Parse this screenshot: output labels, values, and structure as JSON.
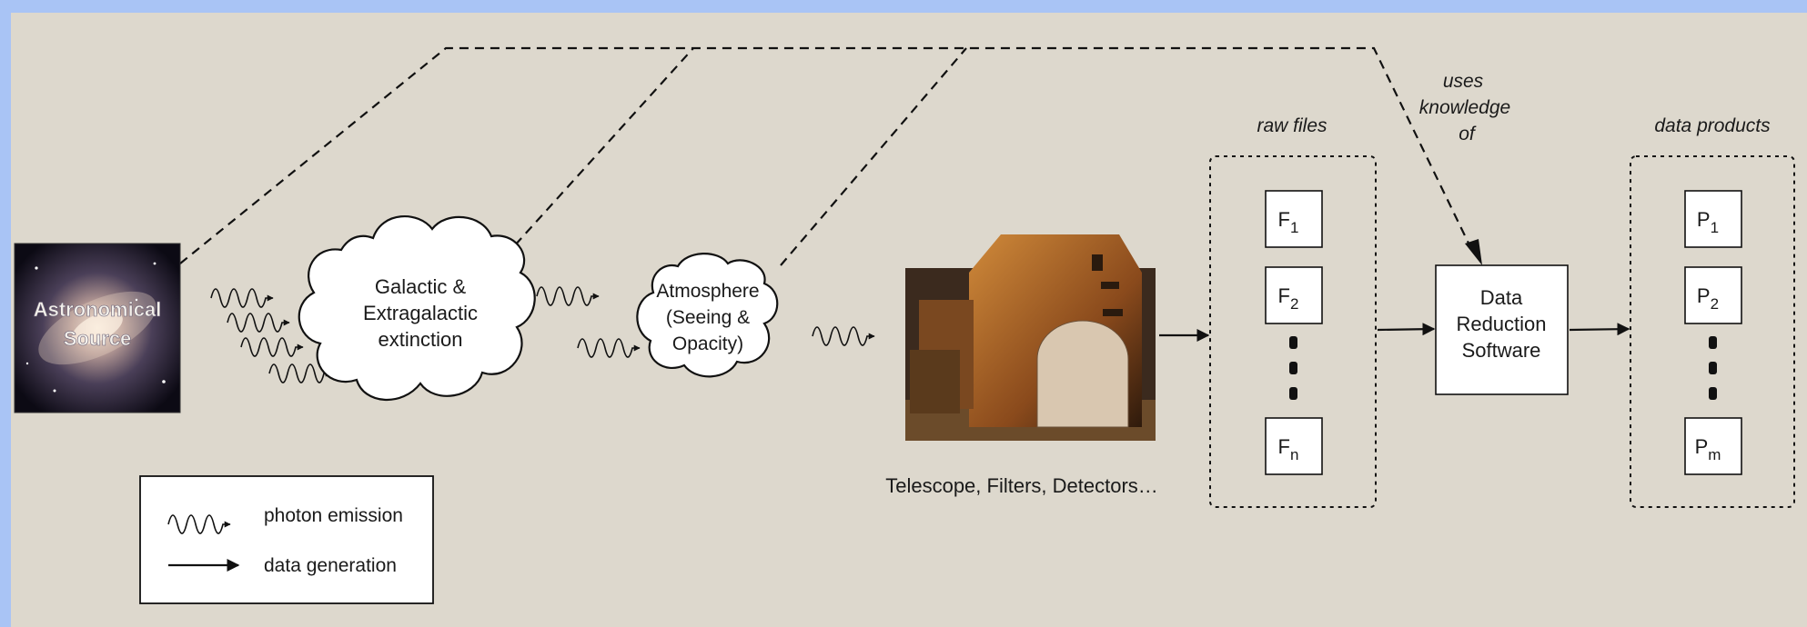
{
  "source": {
    "line1": "Astronomical",
    "line2": "Source"
  },
  "cloud_galactic": {
    "line1": "Galactic &",
    "line2": "Extragalactic",
    "line3": "extinction"
  },
  "cloud_atmosphere": {
    "line1": "Atmosphere",
    "line2": "(Seeing &",
    "line3": "Opacity)"
  },
  "telescope": {
    "caption": "Telescope, Filters, Detectors…"
  },
  "raw_files": {
    "title": "raw files",
    "files": [
      {
        "base": "F",
        "sub": "1"
      },
      {
        "base": "F",
        "sub": "2"
      },
      {
        "base": "F",
        "sub": "n"
      }
    ]
  },
  "software": {
    "line1": "Data",
    "line2": "Reduction",
    "line3": "Software"
  },
  "uses_knowledge": {
    "line1": "uses",
    "line2": "knowledge",
    "line3": "of"
  },
  "data_products": {
    "title": "data products",
    "products": [
      {
        "base": "P",
        "sub": "1"
      },
      {
        "base": "P",
        "sub": "2"
      },
      {
        "base": "P",
        "sub": "m"
      }
    ]
  },
  "legend": {
    "photon": "photon emission",
    "data": "data generation"
  },
  "colors": {
    "background": "#ddd8cd",
    "frame": "#a9c4f5",
    "ink": "#111111",
    "telescope": "#c07a2c"
  }
}
